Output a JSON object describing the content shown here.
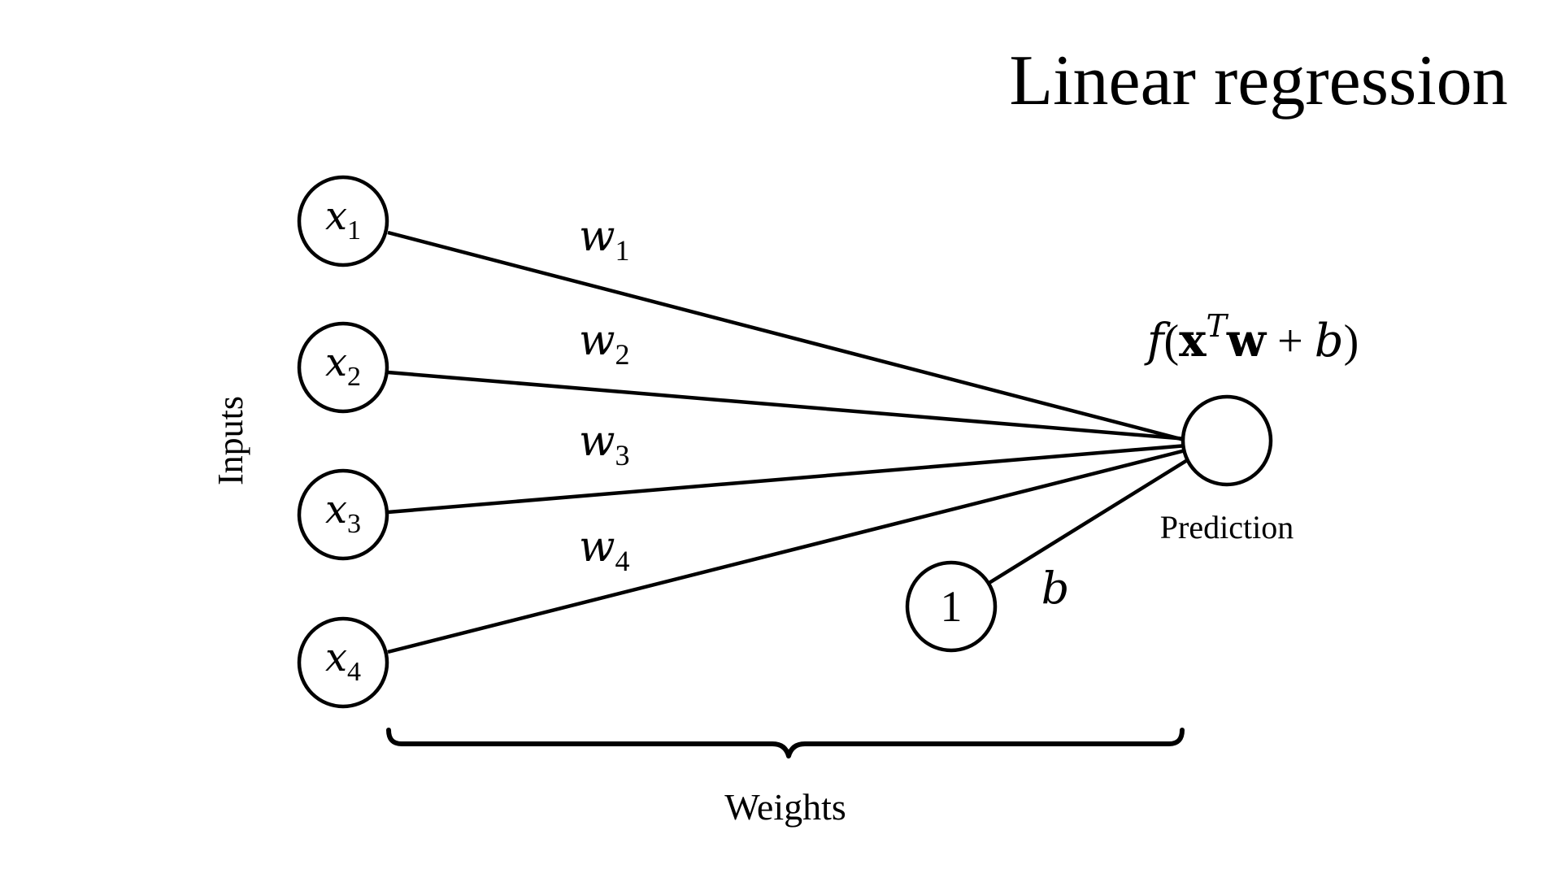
{
  "title": "Linear regression",
  "inputs_label": "Inputs",
  "weights_label": "Weights",
  "prediction_label": "Prediction",
  "inputs": [
    {
      "var": "x",
      "sub": "1"
    },
    {
      "var": "x",
      "sub": "2"
    },
    {
      "var": "x",
      "sub": "3"
    },
    {
      "var": "x",
      "sub": "4"
    }
  ],
  "weights": [
    {
      "var": "w",
      "sub": "1"
    },
    {
      "var": "w",
      "sub": "2"
    },
    {
      "var": "w",
      "sub": "3"
    },
    {
      "var": "w",
      "sub": "4"
    }
  ],
  "bias_node": "1",
  "bias_label": "b",
  "formula": {
    "func": "f",
    "open": "(",
    "x": "x",
    "sup": "T",
    "w": "w",
    "plus": " + ",
    "b": "b",
    "close": ")"
  }
}
